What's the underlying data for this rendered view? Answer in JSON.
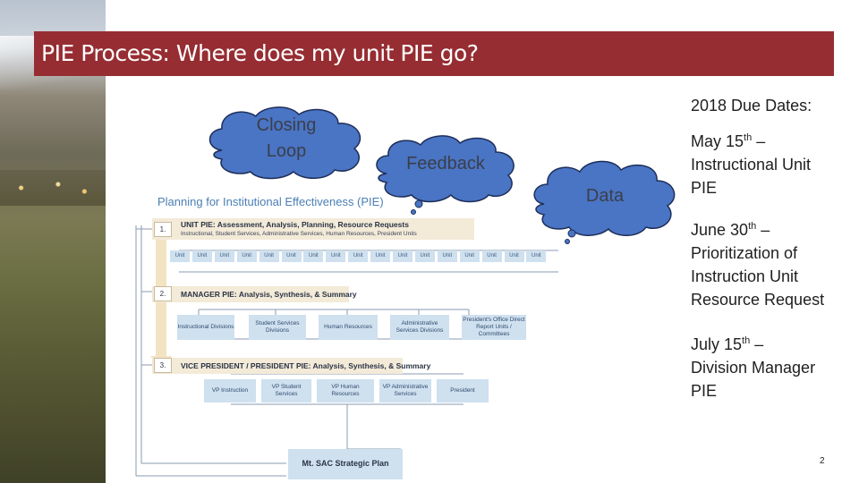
{
  "title": "PIE Process: Where does my unit PIE go?",
  "clouds": {
    "closing_loop_line1": "Closing",
    "closing_loop_line2": "Loop",
    "feedback": "Feedback",
    "data": "Data"
  },
  "diagram": {
    "title": "Planning for Institutional Effectiveness (PIE)",
    "steps": [
      {
        "num": "1.",
        "label": "UNIT PIE: Assessment, Analysis, Planning, Resource Requests",
        "sublabel": "Instructional, Student Services, Administrative Services, Human Resources, President Units"
      },
      {
        "num": "2.",
        "label": "MANAGER PIE: Analysis, Synthesis, & Summary"
      },
      {
        "num": "3.",
        "label": "VICE PRESIDENT / PRESIDENT PIE: Analysis, Synthesis, & Summary"
      }
    ],
    "unit_label": "Unit",
    "manager_boxes": [
      "Instructional Divisions",
      "Student Services Divisions",
      "Human Resources",
      "Administrative Services Divisions",
      "President's Office Direct Report Units / Committees"
    ],
    "vp_boxes": [
      "VP Instruction",
      "VP Student Services",
      "VP Human Resources",
      "VP Administrative Services",
      "President"
    ],
    "strategic_plan": "Mt. SAC Strategic Plan"
  },
  "due_dates": {
    "heading": "2018 Due Dates:",
    "items": [
      {
        "date": "May 15",
        "sup": "th",
        "dash": " –",
        "desc_lines": [
          "Instructional Unit",
          "PIE"
        ]
      },
      {
        "date": "June 30",
        "sup": "th",
        "dash": " –",
        "desc_lines": [
          "Prioritization of",
          "Instruction Unit",
          "Resource Request"
        ]
      },
      {
        "date": "July 15",
        "sup": "th",
        "dash": " –",
        "desc_lines": [
          "Division Manager",
          "PIE"
        ]
      }
    ]
  },
  "page_number": "2",
  "colors": {
    "banner": "#962d32",
    "cloud_fill": "#4a74c4",
    "cloud_stroke": "#1d2e59",
    "diagram_box": "#cfe0ef",
    "diagram_bar": "#f3ead8"
  }
}
